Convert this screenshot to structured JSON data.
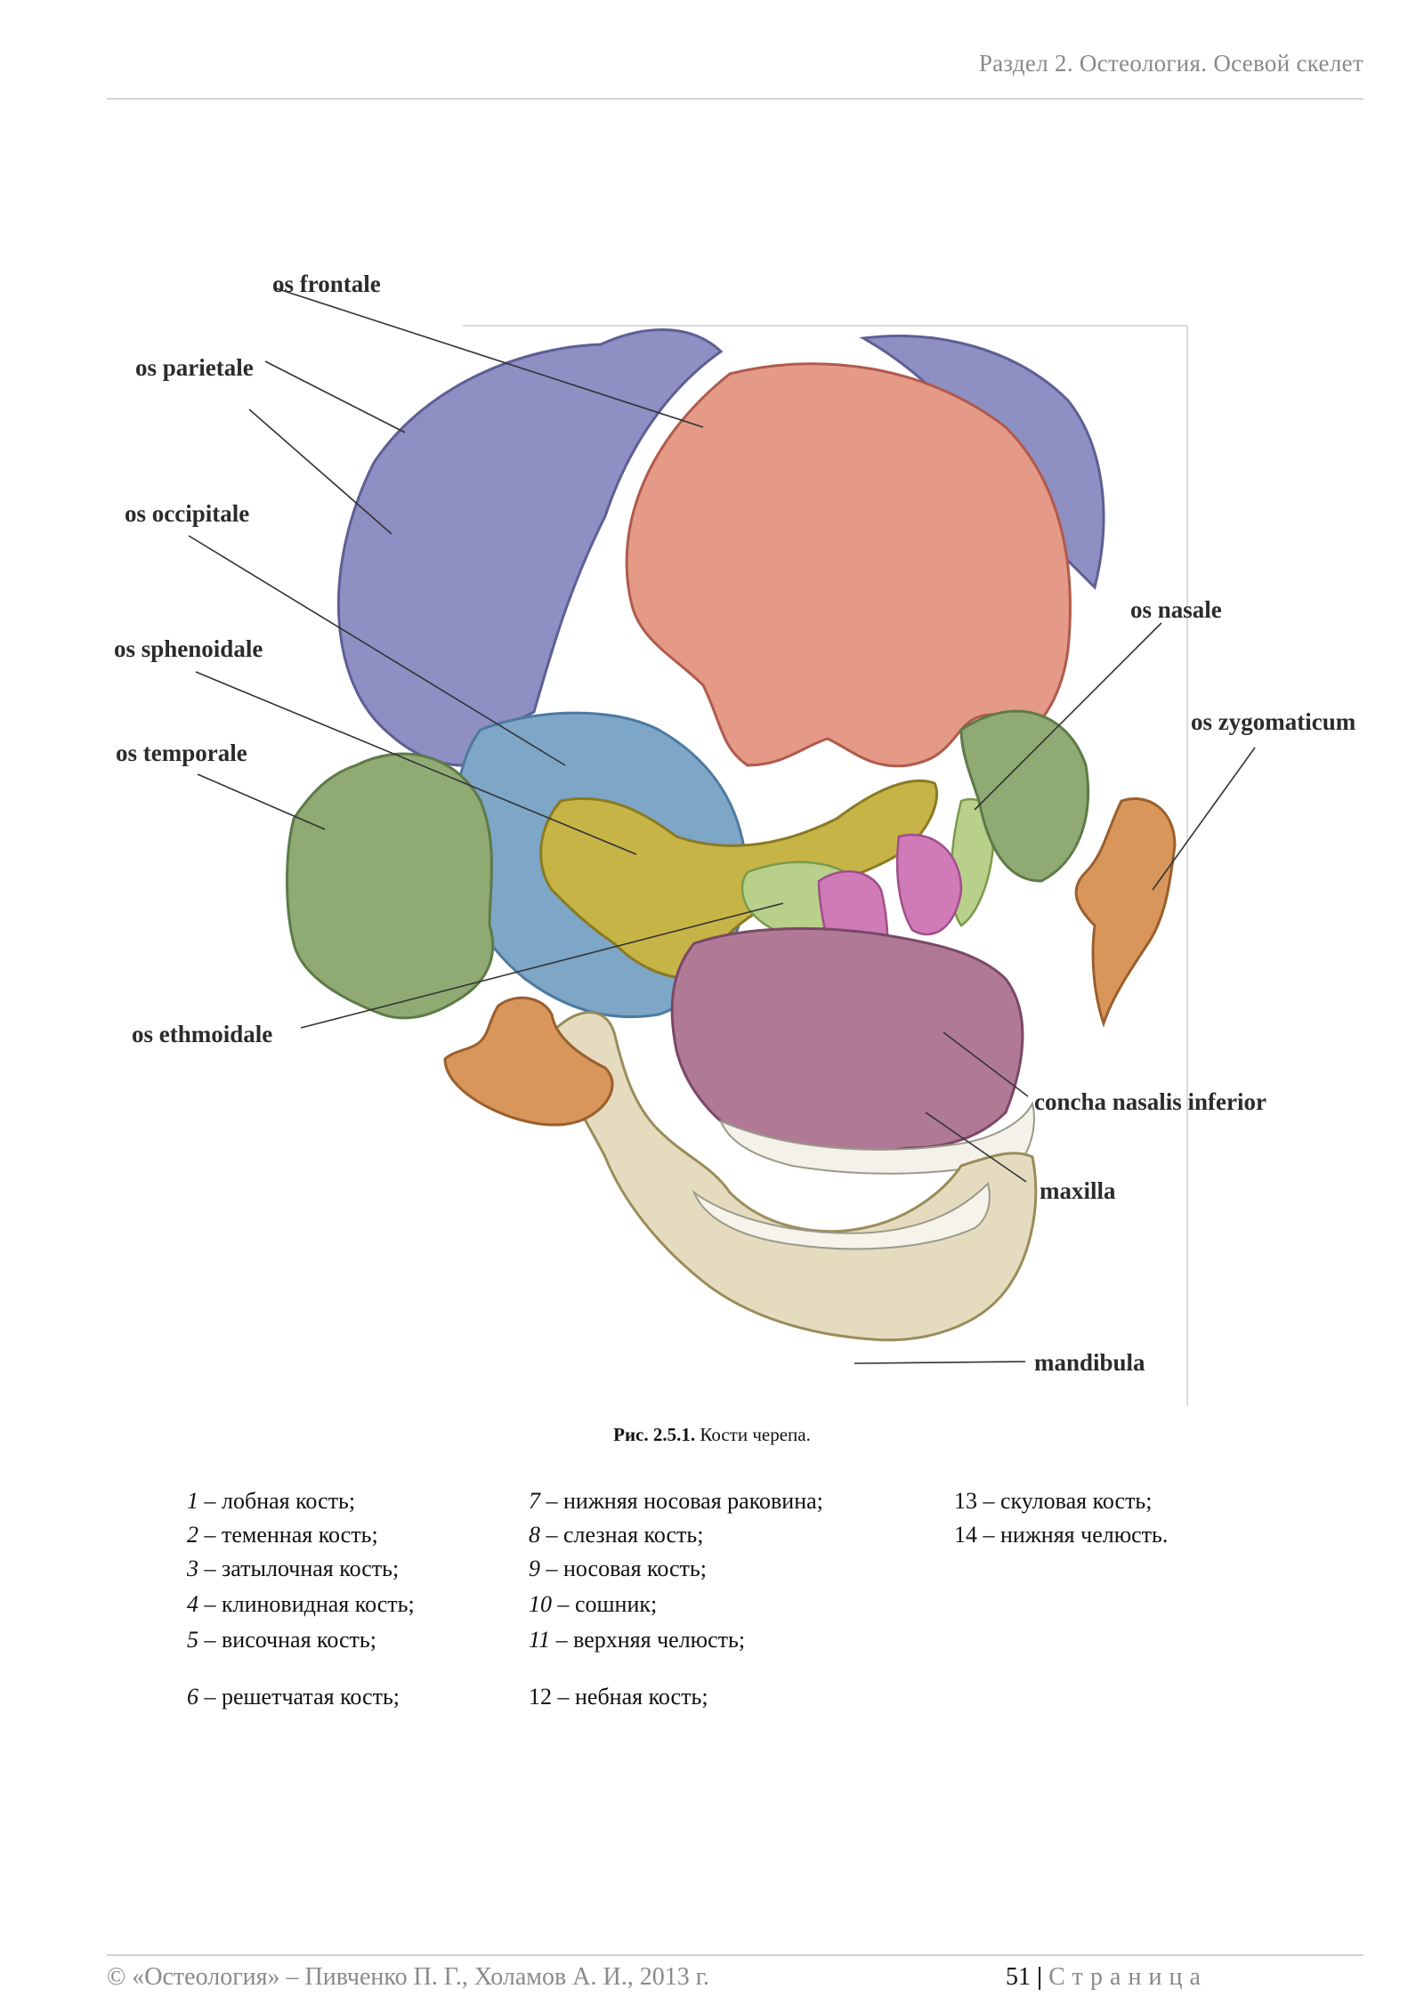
{
  "header": {
    "title": "Раздел 2. Остеология. Осевой скелет"
  },
  "figure": {
    "labels": {
      "frontale": "os frontale",
      "parietale": "os parietale",
      "occipitale": "os occipitale",
      "sphenoidale": "os sphenoidale",
      "temporale": "os temporale",
      "ethmoidale": "os ethmoidale",
      "nasale": "os nasale",
      "zygomaticum": "os zygomaticum",
      "concha": "concha nasalis inferior",
      "maxilla": "maxilla",
      "mandibula": "mandibula"
    },
    "colors": {
      "frontal": "#e49a86",
      "parietal": "#8e8fc2",
      "occipital": "#7da6c7",
      "sphenoid": "#c7b447",
      "temporal": "#8faa73",
      "ethmoid": "#b8d08a",
      "maxilla": "#b07a96",
      "mandible": "#e5dcc0",
      "zygomatic": "#d9965a",
      "vomer": "#d07ab8"
    }
  },
  "caption": {
    "label": "Рис. 2.5.1.",
    "text": "Кости черепа."
  },
  "legend": {
    "items": [
      {
        "num": "1",
        "text": " – лобная кость;"
      },
      {
        "num": "2",
        "text": " – теменная кость;"
      },
      {
        "num": "3",
        "text": " – затылочная кость;"
      },
      {
        "num": "4",
        "text": " – клиновидная кость;"
      },
      {
        "num": "5",
        "text": " – височная кость;"
      },
      {
        "num": "6",
        "text": " – решетчатая кость;"
      },
      {
        "num": "7",
        "text": " – нижняя носовая раковина;"
      },
      {
        "num": "8",
        "text": " – слезная кость;"
      },
      {
        "num": "9",
        "text": " – носовая кость;"
      },
      {
        "num": "10",
        "text": " – сошник;"
      },
      {
        "num": "11",
        "text": " – верхняя челюсть;"
      },
      {
        "num": "12",
        "text": " – небная кость;"
      },
      {
        "num": "13",
        "text": " – скуловая кость;"
      },
      {
        "num": "14",
        "text": " – нижняя челюсть."
      }
    ]
  },
  "footer": {
    "left": "© «Остеология» – Пивченко П. Г., Холамов А. И., 2013 г.",
    "page_number": "51",
    "separator": "|",
    "page_word": "Страница"
  }
}
